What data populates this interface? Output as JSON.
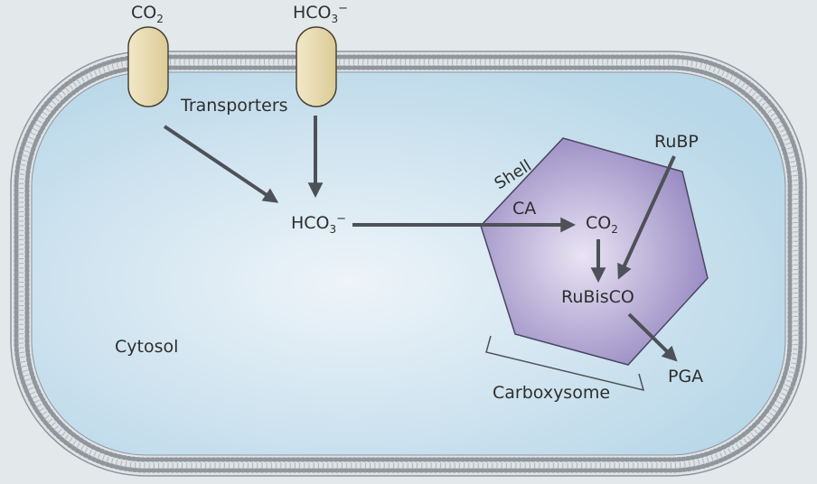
{
  "labels": {
    "co2_outside": {
      "main": "CO",
      "sub": "2",
      "sup": ""
    },
    "hco3_outside": {
      "main": "HCO",
      "sub": "3",
      "sup": "−"
    },
    "transporters": "Transporters",
    "hco3_cytosol": {
      "main": "HCO",
      "sub": "3",
      "sup": "−"
    },
    "shell": "Shell",
    "ca": "CA",
    "co2_inner": {
      "main": "CO",
      "sub": "2"
    },
    "rubp": "RuBP",
    "rubisco": "RuBisCO",
    "pga": "PGA",
    "cytosol": "Cytosol",
    "carboxysome": "Carboxysome"
  },
  "colors": {
    "background": "#e3e8eb",
    "membrane_fill": "#dfe3e6",
    "membrane_dots": "#9aa1a7",
    "cytosol_center": "#eef4f9",
    "cytosol_edge": "#b8d7e8",
    "carboxysome_center": "#e4def0",
    "carboxysome_edge": "#9a8ec4",
    "carboxysome_stroke": "#4a4560",
    "transporter_fill": "#e9dcb4",
    "transporter_stroke": "#4a4536",
    "arrow": "#4d5158"
  },
  "icons": [
    "co2-transporter",
    "bicarbonate-transporter"
  ]
}
